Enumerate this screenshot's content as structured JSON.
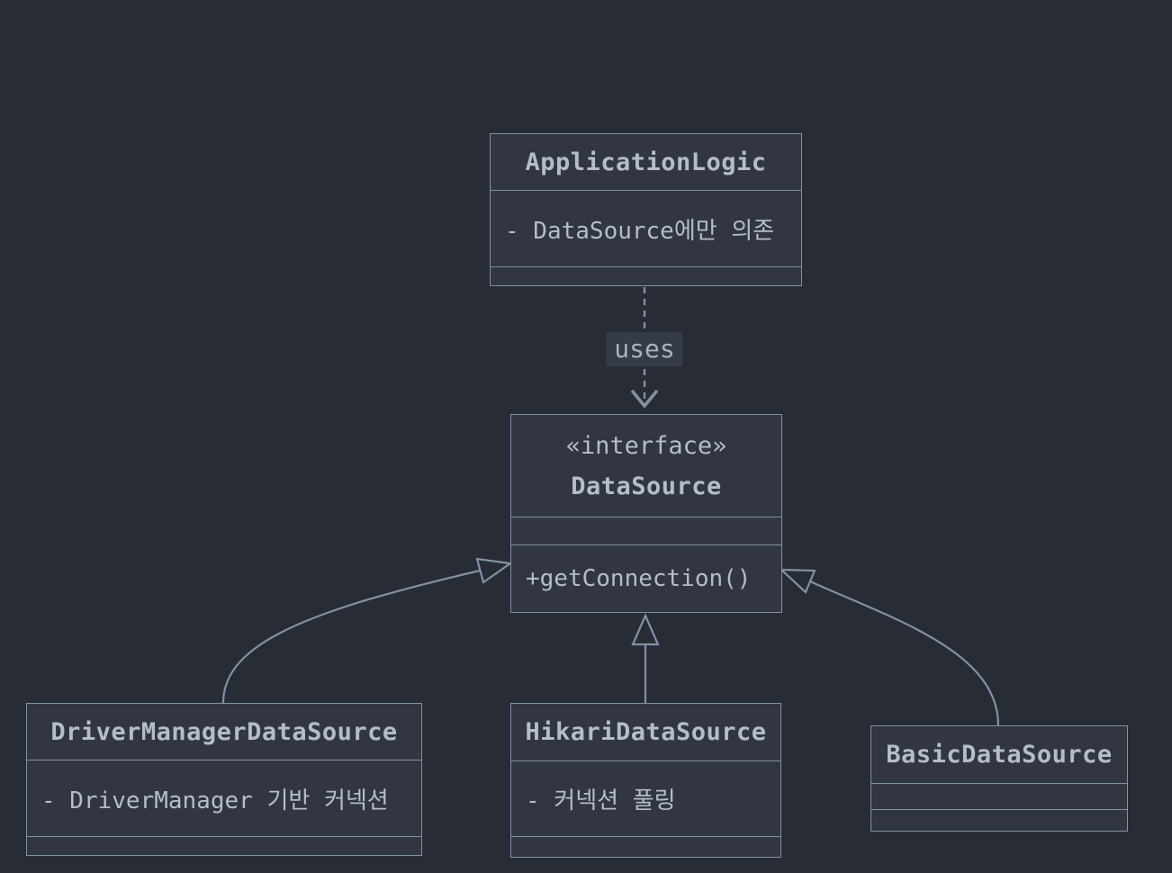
{
  "diagram": {
    "kind": "uml-class-diagram",
    "theme": "dark",
    "colors": {
      "background": "#282c34",
      "node_fill": "#313641",
      "node_border": "#8490a3",
      "text": "#b5bdc9",
      "edge": "#8490a3",
      "edge_label_background": "#353b47"
    }
  },
  "classes": {
    "app": {
      "name": "ApplicationLogic",
      "attribute": "- DataSource에만 의존"
    },
    "ds": {
      "stereotype": "«interface»",
      "name": "DataSource",
      "method": "+getConnection()"
    },
    "dm": {
      "name": "DriverManagerDataSource",
      "attribute": "- DriverManager 기반 커넥션"
    },
    "hk": {
      "name": "HikariDataSource",
      "attribute": "- 커넥션 풀링"
    },
    "basic": {
      "name": "BasicDataSource"
    }
  },
  "edges": [
    {
      "from": "ApplicationLogic",
      "to": "DataSource",
      "type": "dependency",
      "style": "dashed-open-arrow",
      "label": "uses"
    },
    {
      "from": "DriverManagerDataSource",
      "to": "DataSource",
      "type": "realization",
      "style": "solid-hollow-triangle",
      "label": ""
    },
    {
      "from": "HikariDataSource",
      "to": "DataSource",
      "type": "realization",
      "style": "solid-hollow-triangle",
      "label": ""
    },
    {
      "from": "BasicDataSource",
      "to": "DataSource",
      "type": "realization",
      "style": "solid-hollow-triangle",
      "label": ""
    }
  ]
}
